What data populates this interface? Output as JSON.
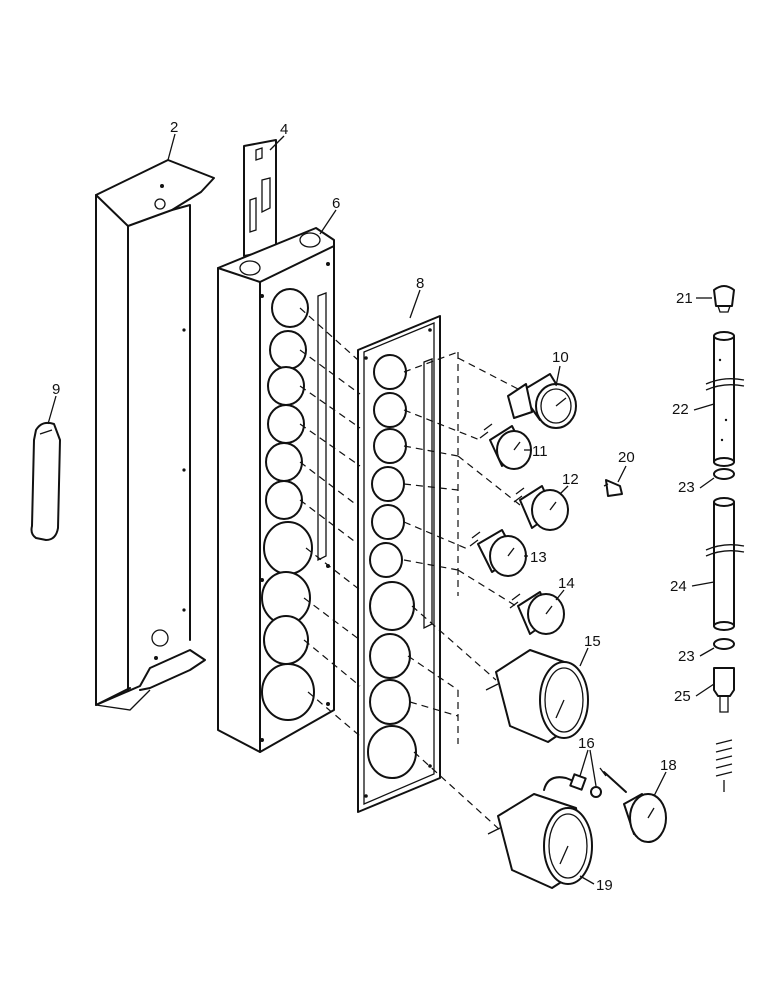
{
  "callouts": {
    "c2": "2",
    "c4": "4",
    "c6": "6",
    "c8": "8",
    "c9": "9",
    "c10": "10",
    "c11": "11",
    "c12": "12",
    "c13": "13",
    "c14": "14",
    "c15": "15",
    "c16": "16",
    "c18": "18",
    "c19": "19",
    "c20": "20",
    "c21": "21",
    "c22": "22",
    "c23a": "23",
    "c23b": "23",
    "c24": "24",
    "c25": "25"
  },
  "colors": {
    "line": "#111111",
    "background": "#ffffff"
  }
}
